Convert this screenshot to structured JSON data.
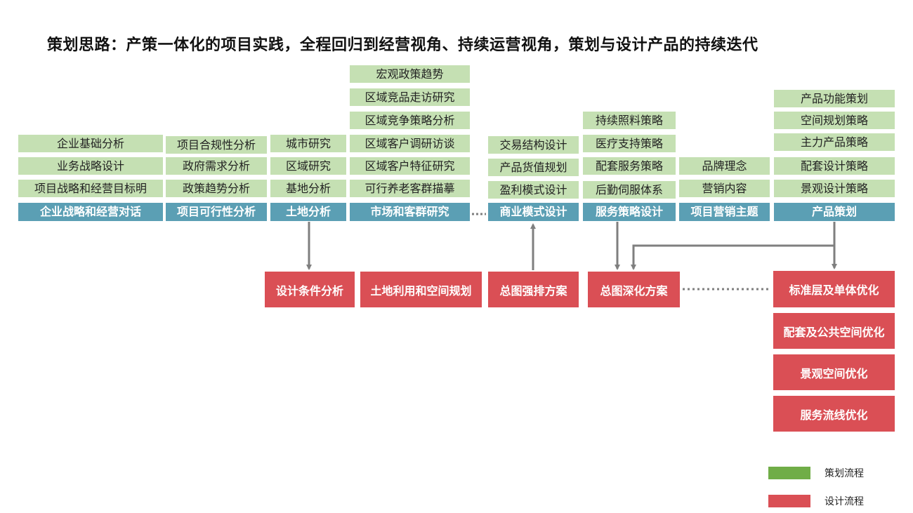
{
  "title": "策划思路：产策一体化的项目实践，全程回归到经营视角、持续运营视角，策划与设计产品的持续迭代",
  "colors": {
    "planning": "#70ad47",
    "design": "#da4f55",
    "stage": "#5b9fb4",
    "item": "#c5e0b3"
  },
  "columns": [
    {
      "stage": "企业战略和经营对话",
      "items": [
        "企业基础分析",
        "业务战略设计",
        "项目战略和经营目标明"
      ]
    },
    {
      "stage": "项目可行性分析",
      "items": [
        "项目合规性分析",
        "政府需求分析",
        "政策趋势分析"
      ]
    },
    {
      "stage": "土地分析",
      "items": [
        "城市研究",
        "区域研究",
        "基地分析"
      ]
    },
    {
      "stage": "市场和客群研究",
      "items": [
        "宏观政策趋势",
        "区域竞品走访研究",
        "区域竞争策略分析",
        "区域客户调研访谈",
        "区域客户特征研究",
        "可行养老客群描摹"
      ]
    },
    {
      "stage": "商业模式设计",
      "items": [
        "交易结构设计",
        "产品货值规划",
        "盈利模式设计"
      ]
    },
    {
      "stage": "服务策略设计",
      "items": [
        "持续照料策略",
        "医疗支持策略",
        "配套服务策略",
        "后勤伺服体系"
      ]
    },
    {
      "stage": "项目营销主题",
      "items": [
        "品牌理念",
        "营销内容"
      ]
    },
    {
      "stage": "产品策划",
      "items": [
        "产品功能策划",
        "空间规划策略",
        "主力产品策略",
        "配套设计策略",
        "景观设计策略"
      ]
    }
  ],
  "design": [
    "设计条件分析",
    "土地利用和空间规划",
    "总图强排方案",
    "总图深化方案",
    "标准层及单体优化",
    "配套及公共空间优化",
    "景观空间优化",
    "服务流线优化"
  ],
  "legend": {
    "planning": "策划流程",
    "design": "设计流程"
  }
}
